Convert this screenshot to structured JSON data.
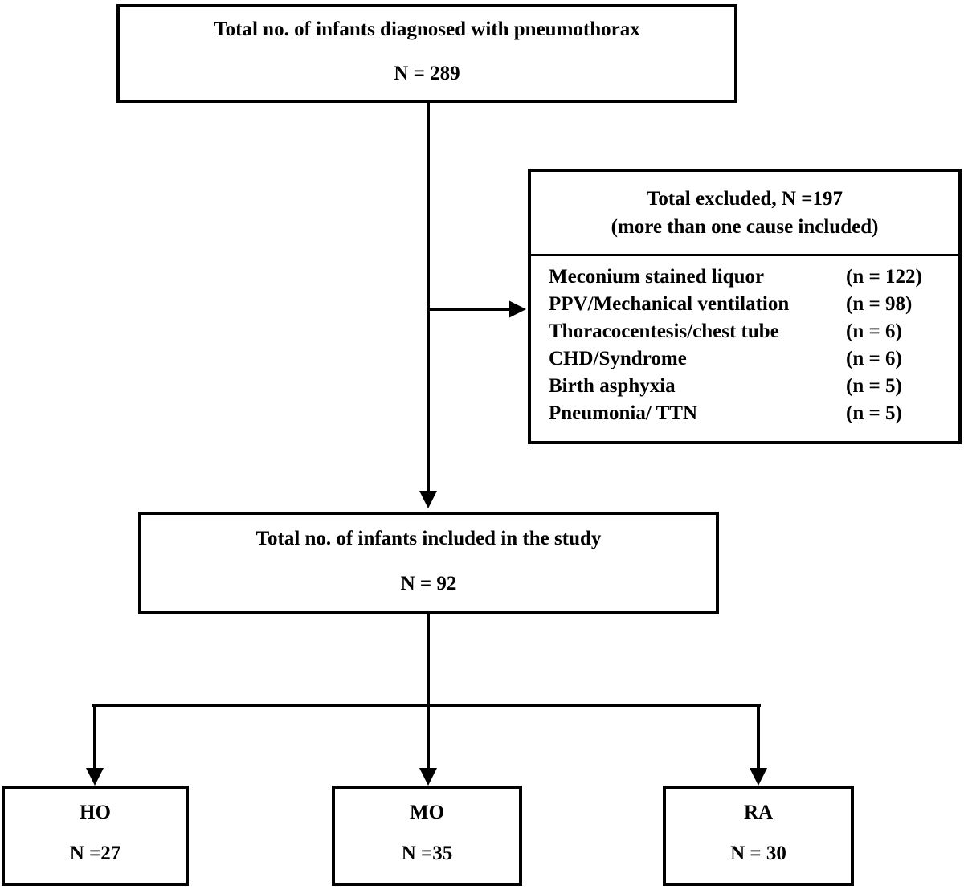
{
  "figure": {
    "type": "flowchart",
    "background_color": "#ffffff",
    "line_color": "#000000",
    "boxes": {
      "diagnosed": {
        "title": "Total no. of infants diagnosed with pneumothorax",
        "count": "N = 289"
      },
      "excluded": {
        "title": "Total excluded, N =197",
        "subtitle": "(more than one cause included)",
        "items": [
          {
            "label": "Meconium stained liquor",
            "count": "(n = 122)"
          },
          {
            "label": "PPV/Mechanical ventilation",
            "count": "(n = 98)"
          },
          {
            "label": "Thoracocentesis/chest tube",
            "count": "(n = 6)"
          },
          {
            "label": "CHD/Syndrome",
            "count": "(n = 6)"
          },
          {
            "label": "Birth asphyxia",
            "count": "(n = 5)"
          },
          {
            "label": "Pneumonia/ TTN",
            "count": "(n = 5)"
          }
        ]
      },
      "included": {
        "title": "Total no. of infants included in the study",
        "count": "N = 92"
      },
      "groups": [
        {
          "label": "HO",
          "count": "N =27"
        },
        {
          "label": "MO",
          "count": "N =35"
        },
        {
          "label": "RA",
          "count": "N = 30"
        }
      ]
    }
  }
}
